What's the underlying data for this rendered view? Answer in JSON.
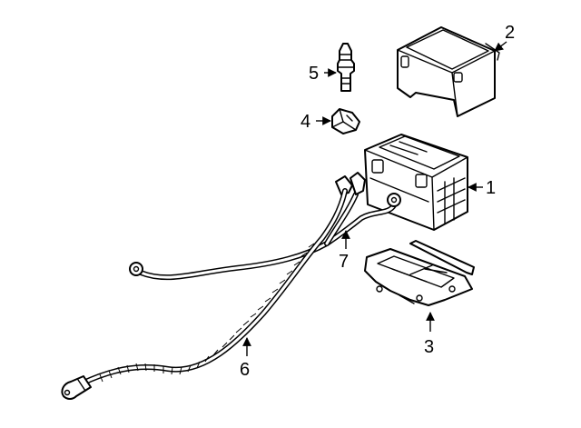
{
  "callouts": {
    "battery": "1",
    "battery_cover": "2",
    "battery_tray": "3",
    "terminal_cap": "4",
    "terminal_bolt": "5",
    "negative_cable": "6",
    "positive_cable": "7"
  }
}
